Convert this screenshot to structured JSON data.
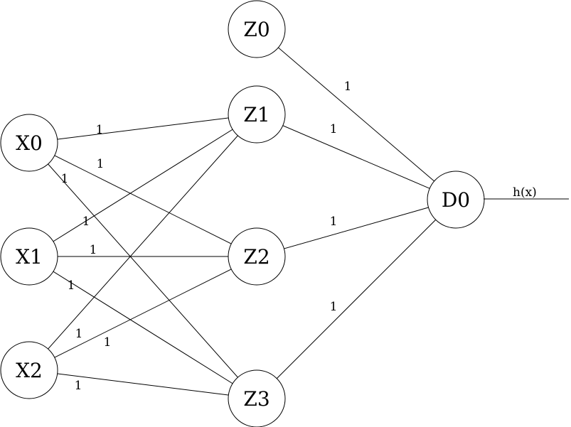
{
  "nodes": [
    {
      "id": "X0",
      "label": "X0"
    },
    {
      "id": "X1",
      "label": "X1"
    },
    {
      "id": "X2",
      "label": "X2"
    },
    {
      "id": "Z0",
      "label": "Z0"
    },
    {
      "id": "Z1",
      "label": "Z1"
    },
    {
      "id": "Z2",
      "label": "Z2"
    },
    {
      "id": "Z3",
      "label": "Z3"
    },
    {
      "id": "D0",
      "label": "D0"
    }
  ],
  "edges": [
    {
      "from": "X0",
      "to": "Z1",
      "weight": "1"
    },
    {
      "from": "X0",
      "to": "Z2",
      "weight": "1"
    },
    {
      "from": "X0",
      "to": "Z3",
      "weight": "1"
    },
    {
      "from": "X1",
      "to": "Z1",
      "weight": "1"
    },
    {
      "from": "X1",
      "to": "Z2",
      "weight": "1"
    },
    {
      "from": "X1",
      "to": "Z3",
      "weight": "1"
    },
    {
      "from": "X2",
      "to": "Z1",
      "weight": "1"
    },
    {
      "from": "X2",
      "to": "Z2",
      "weight": "1"
    },
    {
      "from": "X2",
      "to": "Z3",
      "weight": "1"
    },
    {
      "from": "Z0",
      "to": "D0",
      "weight": "1"
    },
    {
      "from": "Z1",
      "to": "D0",
      "weight": "1"
    },
    {
      "from": "Z2",
      "to": "D0",
      "weight": "1"
    },
    {
      "from": "Z3",
      "to": "D0",
      "weight": "1"
    }
  ],
  "output": {
    "label": "h(x)"
  }
}
